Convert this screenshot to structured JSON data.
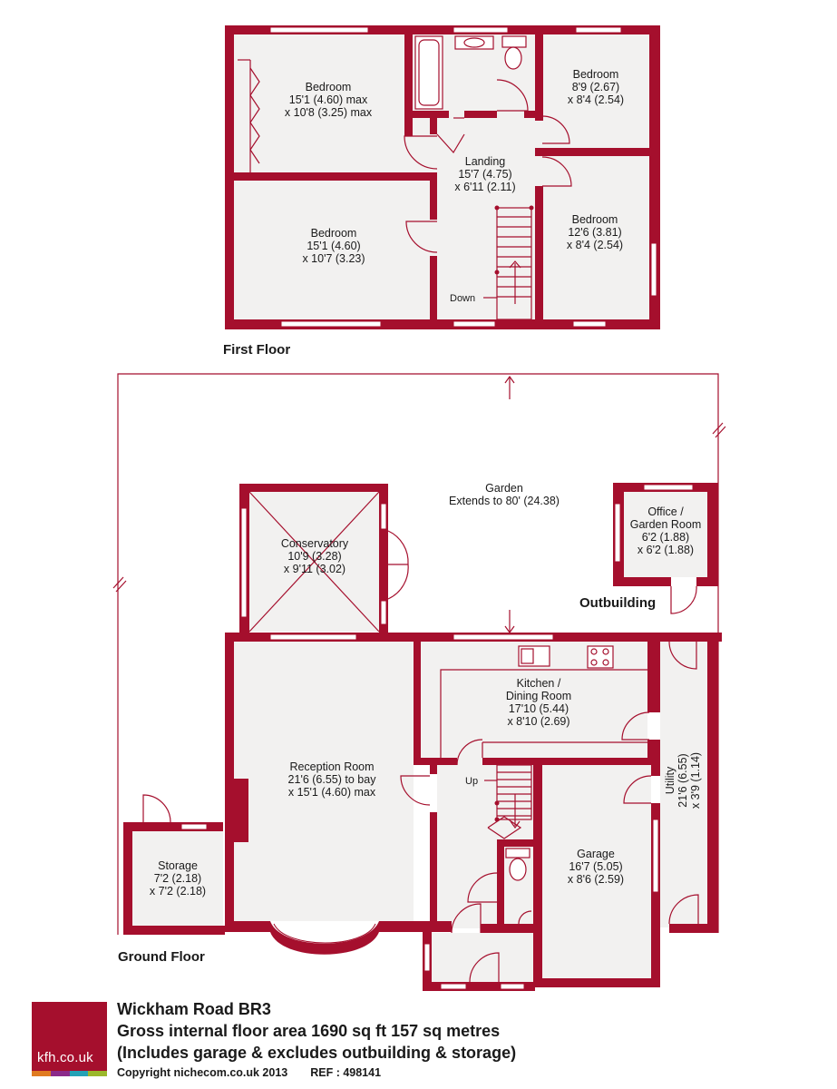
{
  "floors": {
    "first": "First Floor",
    "ground": "Ground Floor"
  },
  "outbuilding_label": "Outbuilding",
  "stairs": {
    "down": "Down",
    "up": "Up"
  },
  "rooms": {
    "ff_bed1": {
      "name": "Bedroom",
      "dim1": "15'1 (4.60) max",
      "dim2": "x 10'8 (3.25) max"
    },
    "ff_bed2": {
      "name": "Bedroom",
      "dim1": "8'9 (2.67)",
      "dim2": "x 8'4 (2.54)"
    },
    "ff_landing": {
      "name": "Landing",
      "dim1": "15'7 (4.75)",
      "dim2": "x 6'11 (2.11)"
    },
    "ff_bed3": {
      "name": "Bedroom",
      "dim1": "15'1 (4.60)",
      "dim2": "x 10'7 (3.23)"
    },
    "ff_bed4": {
      "name": "Bedroom",
      "dim1": "12'6 (3.81)",
      "dim2": "x 8'4 (2.54)"
    },
    "garden": {
      "name": "Garden",
      "dim1": "Extends to 80' (24.38)"
    },
    "conservatory": {
      "name": "Conservatory",
      "dim1": "10'9 (3.28)",
      "dim2": "x 9'11 (3.02)"
    },
    "office": {
      "name": "Office /",
      "name2": "Garden Room",
      "dim1": "6'2 (1.88)",
      "dim2": "x 6'2 (1.88)"
    },
    "kitchen": {
      "name": "Kitchen /",
      "name2": "Dining Room",
      "dim1": "17'10 (5.44)",
      "dim2": "x 8'10 (2.69)"
    },
    "reception": {
      "name": "Reception Room",
      "dim1": "21'6 (6.55) to bay",
      "dim2": "x 15'1 (4.60) max"
    },
    "utility": {
      "name": "Utility",
      "dim1": "21'6 (6.55)",
      "dim2": "x 3'9 (1.14)"
    },
    "garage": {
      "name": "Garage",
      "dim1": "16'7 (5.05)",
      "dim2": "x 8'6 (2.59)"
    },
    "storage": {
      "name": "Storage",
      "dim1": "7'2 (2.18)",
      "dim2": "x 7'2 (2.18)"
    }
  },
  "footer": {
    "logo_text": "kfh.co.uk",
    "address": "Wickham Road BR3",
    "area": "Gross internal floor area 1690 sq ft 157 sq metres",
    "note": "(Includes garage & excludes outbuilding & storage)",
    "copyright": "Copyright nichecom.co.uk 2013",
    "ref": "REF : 498141"
  },
  "colors": {
    "wall": "#a50f2d",
    "floor": "#f2f1f0",
    "stripe": [
      "#e07b20",
      "#8b2a8a",
      "#23a2b6",
      "#9bb82b"
    ]
  }
}
